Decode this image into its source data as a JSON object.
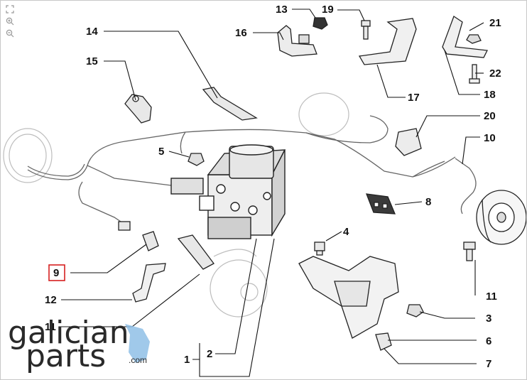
{
  "toolbar": {
    "icons": [
      "fullscreen-icon",
      "zoom-in-icon",
      "zoom-out-icon"
    ]
  },
  "callouts": {
    "c1": "1",
    "c2": "2",
    "c3": "3",
    "c4": "4",
    "c5": "5",
    "c6": "6",
    "c7": "7",
    "c8": "8",
    "c9": "9",
    "c10": "10",
    "c11": "11",
    "c11b": "11",
    "c12": "12",
    "c13": "13",
    "c14": "14",
    "c15": "15",
    "c16": "16",
    "c17": "17",
    "c18": "18",
    "c19": "19",
    "c20": "20",
    "c21": "21",
    "c22": "22"
  },
  "highlight": {
    "callout": "9",
    "color": "#d62020"
  },
  "watermark": {
    "brand_main": "galician",
    "brand_sub": "parts",
    "domain": ".com",
    "accent": "#8fc0e6"
  }
}
